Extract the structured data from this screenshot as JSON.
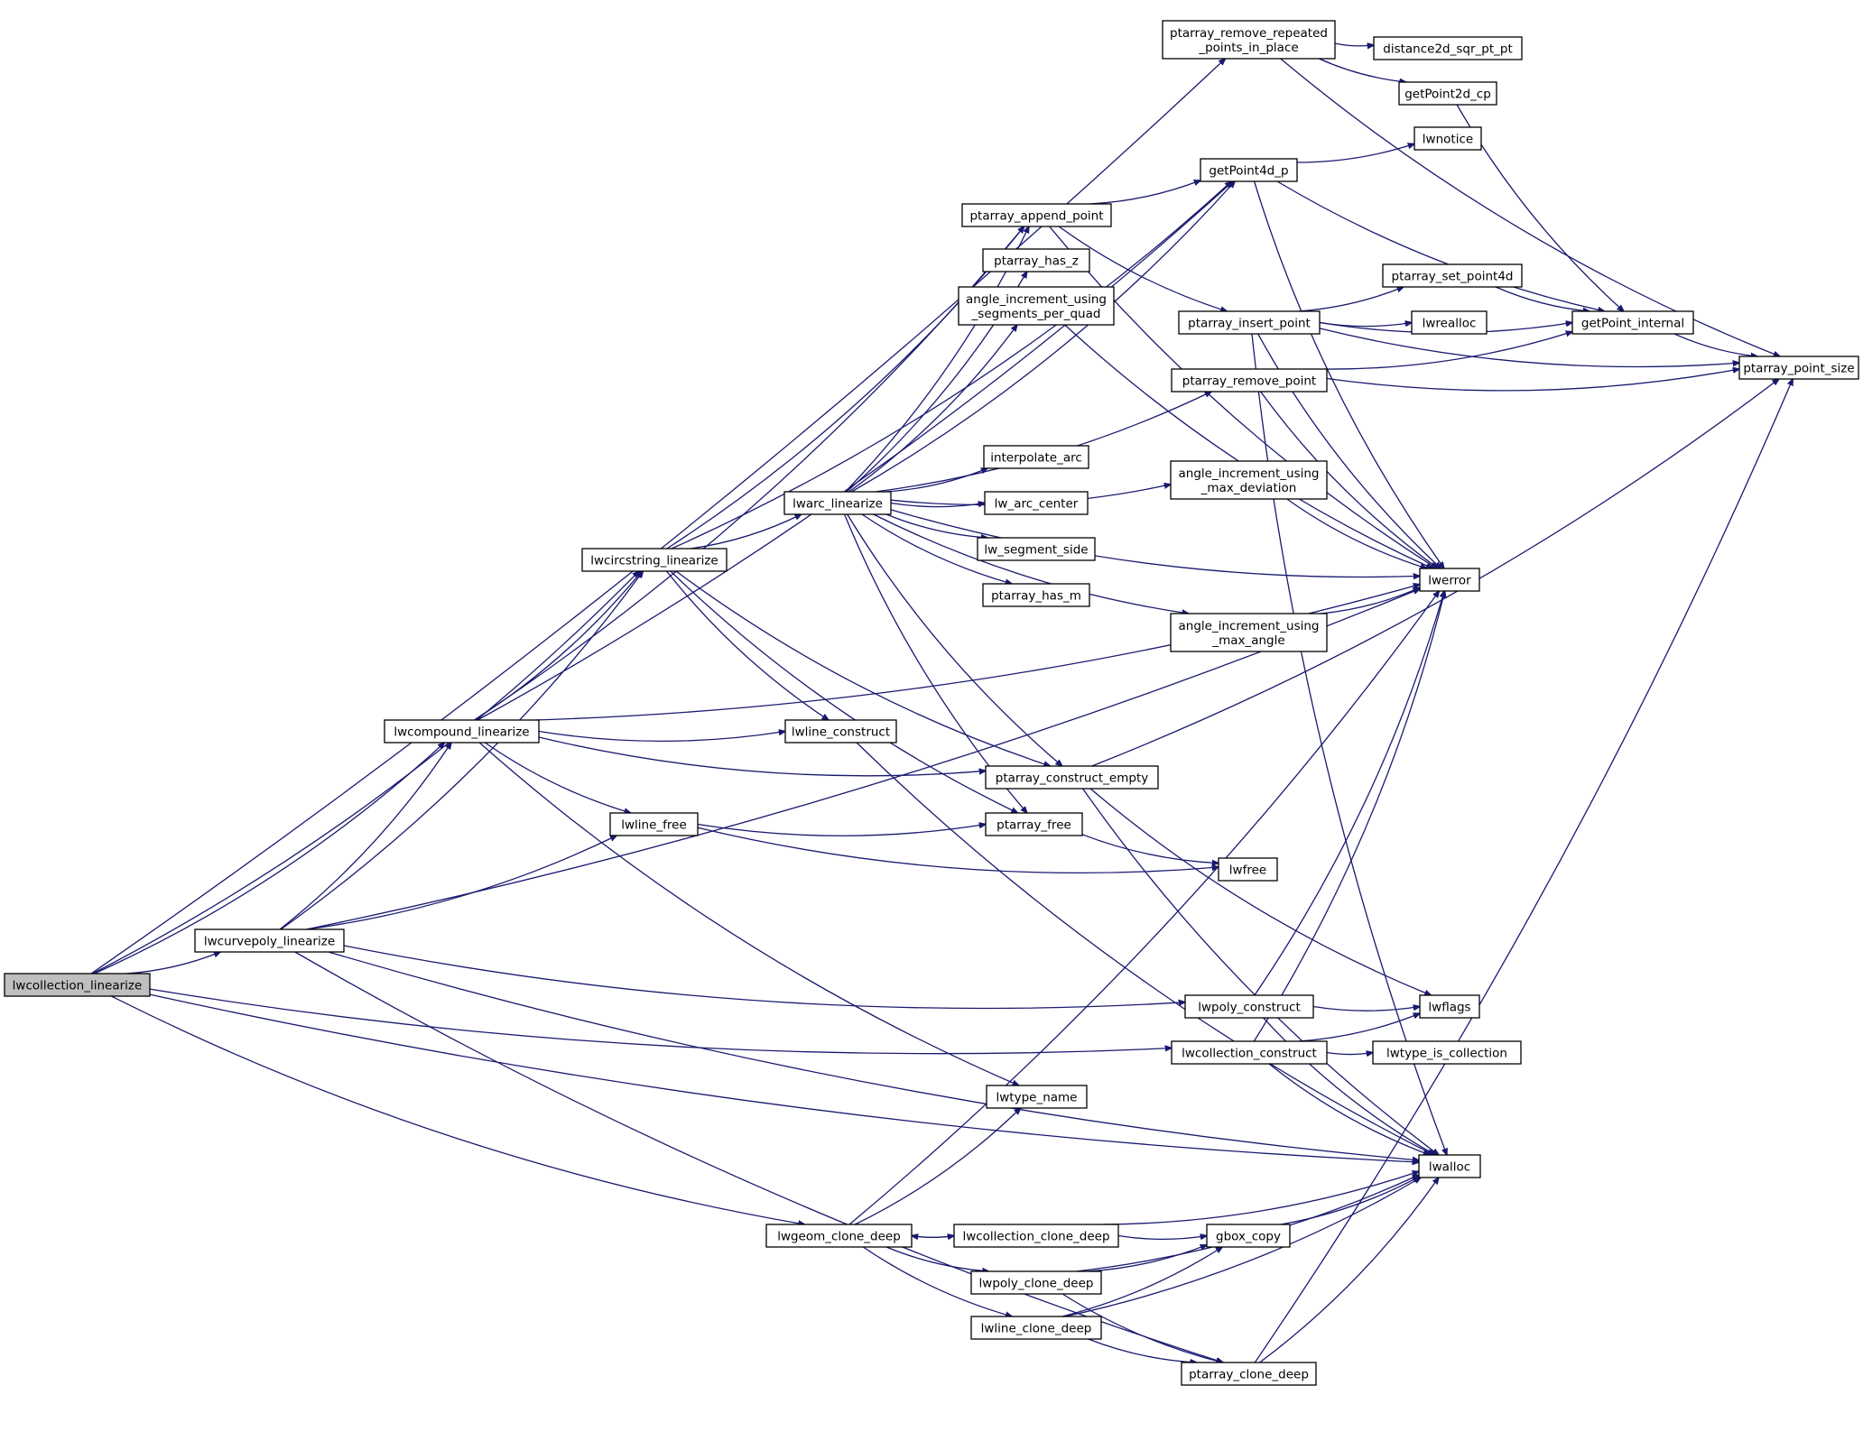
{
  "nodes": [
    {
      "id": "lwcollection_linearize",
      "lines": [
        "lwcollection_linearize"
      ],
      "root": true
    },
    {
      "id": "lwcurvepoly_linearize",
      "lines": [
        "lwcurvepoly_linearize"
      ]
    },
    {
      "id": "lwcompound_linearize",
      "lines": [
        "lwcompound_linearize"
      ]
    },
    {
      "id": "lwcircstring_linearize",
      "lines": [
        "lwcircstring_linearize"
      ]
    },
    {
      "id": "lwarc_linearize",
      "lines": [
        "lwarc_linearize"
      ]
    },
    {
      "id": "lwline_construct",
      "lines": [
        "lwline_construct"
      ]
    },
    {
      "id": "lwline_free",
      "lines": [
        "lwline_free"
      ]
    },
    {
      "id": "lwgeom_clone_deep",
      "lines": [
        "lwgeom_clone_deep"
      ]
    },
    {
      "id": "ptarray_append_point",
      "lines": [
        "ptarray_append_point"
      ]
    },
    {
      "id": "ptarray_has_z",
      "lines": [
        "ptarray_has_z"
      ]
    },
    {
      "id": "angle_increment_using_segments_per_quad",
      "lines": [
        "angle_increment_using",
        "_segments_per_quad"
      ]
    },
    {
      "id": "interpolate_arc",
      "lines": [
        "interpolate_arc"
      ]
    },
    {
      "id": "lw_arc_center",
      "lines": [
        "lw_arc_center"
      ]
    },
    {
      "id": "lw_segment_side",
      "lines": [
        "lw_segment_side"
      ]
    },
    {
      "id": "ptarray_has_m",
      "lines": [
        "ptarray_has_m"
      ]
    },
    {
      "id": "ptarray_construct_empty",
      "lines": [
        "ptarray_construct_empty"
      ]
    },
    {
      "id": "ptarray_free",
      "lines": [
        "ptarray_free"
      ]
    },
    {
      "id": "lwtype_name",
      "lines": [
        "lwtype_name"
      ]
    },
    {
      "id": "lwcollection_clone_deep",
      "lines": [
        "lwcollection_clone_deep"
      ]
    },
    {
      "id": "lwpoly_clone_deep",
      "lines": [
        "lwpoly_clone_deep"
      ]
    },
    {
      "id": "lwline_clone_deep",
      "lines": [
        "lwline_clone_deep"
      ]
    },
    {
      "id": "ptarray_remove_repeated_points_in_place",
      "lines": [
        "ptarray_remove_repeated",
        "_points_in_place"
      ]
    },
    {
      "id": "getPoint4d_p",
      "lines": [
        "getPoint4d_p"
      ]
    },
    {
      "id": "ptarray_insert_point",
      "lines": [
        "ptarray_insert_point"
      ]
    },
    {
      "id": "ptarray_remove_point",
      "lines": [
        "ptarray_remove_point"
      ]
    },
    {
      "id": "angle_increment_using_max_deviation",
      "lines": [
        "angle_increment_using",
        "_max_deviation"
      ]
    },
    {
      "id": "angle_increment_using_max_angle",
      "lines": [
        "angle_increment_using",
        "_max_angle"
      ]
    },
    {
      "id": "lwpoly_construct",
      "lines": [
        "lwpoly_construct"
      ]
    },
    {
      "id": "lwcollection_construct",
      "lines": [
        "lwcollection_construct"
      ]
    },
    {
      "id": "gbox_copy",
      "lines": [
        "gbox_copy"
      ]
    },
    {
      "id": "ptarray_clone_deep",
      "lines": [
        "ptarray_clone_deep"
      ]
    },
    {
      "id": "lwfree",
      "lines": [
        "lwfree"
      ]
    },
    {
      "id": "distance2d_sqr_pt_pt",
      "lines": [
        "distance2d_sqr_pt_pt"
      ]
    },
    {
      "id": "getPoint2d_cp",
      "lines": [
        "getPoint2d_cp"
      ]
    },
    {
      "id": "lwnotice",
      "lines": [
        "lwnotice"
      ]
    },
    {
      "id": "ptarray_set_point4d",
      "lines": [
        "ptarray_set_point4d"
      ]
    },
    {
      "id": "lwrealloc",
      "lines": [
        "lwrealloc"
      ]
    },
    {
      "id": "lwerror",
      "lines": [
        "lwerror"
      ]
    },
    {
      "id": "lwflags",
      "lines": [
        "lwflags"
      ]
    },
    {
      "id": "lwtype_is_collection",
      "lines": [
        "lwtype_is_collection"
      ]
    },
    {
      "id": "lwalloc",
      "lines": [
        "lwalloc"
      ]
    },
    {
      "id": "getPoint_internal",
      "lines": [
        "getPoint_internal"
      ]
    },
    {
      "id": "ptarray_point_size",
      "lines": [
        "ptarray_point_size"
      ]
    }
  ],
  "edges": [
    [
      "lwcollection_linearize",
      "lwcurvepoly_linearize"
    ],
    [
      "lwcollection_linearize",
      "lwcompound_linearize"
    ],
    [
      "lwcollection_linearize",
      "lwcircstring_linearize"
    ],
    [
      "lwcollection_linearize",
      "lwgeom_clone_deep"
    ],
    [
      "lwcollection_linearize",
      "lwcollection_construct"
    ],
    [
      "lwcollection_linearize",
      "lwalloc"
    ],
    [
      "lwcollection_linearize",
      "ptarray_remove_repeated_points_in_place"
    ],
    [
      "lwcurvepoly_linearize",
      "lwcompound_linearize"
    ],
    [
      "lwcurvepoly_linearize",
      "lwcircstring_linearize"
    ],
    [
      "lwcurvepoly_linearize",
      "lwline_free"
    ],
    [
      "lwcurvepoly_linearize",
      "lwpoly_construct"
    ],
    [
      "lwcurvepoly_linearize",
      "lwerror"
    ],
    [
      "lwcurvepoly_linearize",
      "lwalloc"
    ],
    [
      "lwcurvepoly_linearize",
      "ptarray_clone_deep"
    ],
    [
      "lwcompound_linearize",
      "lwcircstring_linearize"
    ],
    [
      "lwcompound_linearize",
      "lwline_construct"
    ],
    [
      "lwcompound_linearize",
      "lwline_free"
    ],
    [
      "lwcompound_linearize",
      "ptarray_construct_empty"
    ],
    [
      "lwcompound_linearize",
      "ptarray_append_point"
    ],
    [
      "lwcompound_linearize",
      "getPoint4d_p"
    ],
    [
      "lwcompound_linearize",
      "lwerror"
    ],
    [
      "lwcompound_linearize",
      "lwtype_name"
    ],
    [
      "lwcircstring_linearize",
      "lwarc_linearize"
    ],
    [
      "lwcircstring_linearize",
      "lwline_construct"
    ],
    [
      "lwcircstring_linearize",
      "ptarray_construct_empty"
    ],
    [
      "lwcircstring_linearize",
      "ptarray_append_point"
    ],
    [
      "lwcircstring_linearize",
      "getPoint4d_p"
    ],
    [
      "lwcircstring_linearize",
      "ptarray_free"
    ],
    [
      "lwarc_linearize",
      "ptarray_append_point"
    ],
    [
      "lwarc_linearize",
      "ptarray_has_z"
    ],
    [
      "lwarc_linearize",
      "angle_increment_using_segments_per_quad"
    ],
    [
      "lwarc_linearize",
      "interpolate_arc"
    ],
    [
      "lwarc_linearize",
      "lw_arc_center"
    ],
    [
      "lwarc_linearize",
      "lw_segment_side"
    ],
    [
      "lwarc_linearize",
      "ptarray_has_m"
    ],
    [
      "lwarc_linearize",
      "ptarray_construct_empty"
    ],
    [
      "lwarc_linearize",
      "ptarray_free"
    ],
    [
      "lwarc_linearize",
      "lwerror"
    ],
    [
      "lwarc_linearize",
      "getPoint4d_p"
    ],
    [
      "lwarc_linearize",
      "ptarray_remove_point"
    ],
    [
      "lwarc_linearize",
      "angle_increment_using_max_deviation"
    ],
    [
      "lwarc_linearize",
      "angle_increment_using_max_angle"
    ],
    [
      "lwline_construct",
      "lwalloc"
    ],
    [
      "lwline_free",
      "ptarray_free"
    ],
    [
      "lwline_free",
      "lwfree"
    ],
    [
      "lwgeom_clone_deep",
      "lwcollection_clone_deep"
    ],
    [
      "lwgeom_clone_deep",
      "lwpoly_clone_deep"
    ],
    [
      "lwgeom_clone_deep",
      "lwline_clone_deep"
    ],
    [
      "lwgeom_clone_deep",
      "lwtype_name"
    ],
    [
      "lwgeom_clone_deep",
      "lwerror"
    ],
    [
      "lwcollection_clone_deep",
      "lwgeom_clone_deep"
    ],
    [
      "lwcollection_clone_deep",
      "gbox_copy"
    ],
    [
      "lwcollection_clone_deep",
      "lwalloc"
    ],
    [
      "lwpoly_clone_deep",
      "gbox_copy"
    ],
    [
      "lwpoly_clone_deep",
      "ptarray_clone_deep"
    ],
    [
      "lwpoly_clone_deep",
      "lwalloc"
    ],
    [
      "lwline_clone_deep",
      "gbox_copy"
    ],
    [
      "lwline_clone_deep",
      "ptarray_clone_deep"
    ],
    [
      "lwline_clone_deep",
      "lwalloc"
    ],
    [
      "ptarray_append_point",
      "getPoint4d_p"
    ],
    [
      "ptarray_append_point",
      "ptarray_insert_point"
    ],
    [
      "ptarray_append_point",
      "lwerror"
    ],
    [
      "ptarray_construct_empty",
      "lwalloc"
    ],
    [
      "ptarray_construct_empty",
      "lwflags"
    ],
    [
      "ptarray_construct_empty",
      "ptarray_point_size"
    ],
    [
      "ptarray_free",
      "lwfree"
    ],
    [
      "angle_increment_using_segments_per_quad",
      "lwerror"
    ],
    [
      "angle_increment_using_max_deviation",
      "lwerror"
    ],
    [
      "angle_increment_using_max_angle",
      "lwerror"
    ],
    [
      "ptarray_remove_repeated_points_in_place",
      "distance2d_sqr_pt_pt"
    ],
    [
      "ptarray_remove_repeated_points_in_place",
      "getPoint2d_cp"
    ],
    [
      "ptarray_remove_repeated_points_in_place",
      "ptarray_point_size"
    ],
    [
      "getPoint4d_p",
      "lwnotice"
    ],
    [
      "getPoint4d_p",
      "lwerror"
    ],
    [
      "getPoint4d_p",
      "getPoint_internal"
    ],
    [
      "getPoint2d_cp",
      "getPoint_internal"
    ],
    [
      "ptarray_insert_point",
      "ptarray_set_point4d"
    ],
    [
      "ptarray_insert_point",
      "lwrealloc"
    ],
    [
      "ptarray_insert_point",
      "getPoint_internal"
    ],
    [
      "ptarray_insert_point",
      "lwerror"
    ],
    [
      "ptarray_insert_point",
      "ptarray_point_size"
    ],
    [
      "ptarray_insert_point",
      "lwalloc"
    ],
    [
      "ptarray_remove_point",
      "getPoint_internal"
    ],
    [
      "ptarray_remove_point",
      "ptarray_point_size"
    ],
    [
      "ptarray_remove_point",
      "lwerror"
    ],
    [
      "ptarray_set_point4d",
      "getPoint_internal"
    ],
    [
      "getPoint_internal",
      "ptarray_point_size"
    ],
    [
      "lwpoly_construct",
      "lwflags"
    ],
    [
      "lwpoly_construct",
      "lwerror"
    ],
    [
      "lwpoly_construct",
      "lwalloc"
    ],
    [
      "lwcollection_construct",
      "lwflags"
    ],
    [
      "lwcollection_construct",
      "lwtype_is_collection"
    ],
    [
      "lwcollection_construct",
      "lwerror"
    ],
    [
      "lwcollection_construct",
      "lwalloc"
    ],
    [
      "gbox_copy",
      "lwalloc"
    ],
    [
      "ptarray_clone_deep",
      "lwalloc"
    ],
    [
      "ptarray_clone_deep",
      "ptarray_point_size"
    ]
  ]
}
